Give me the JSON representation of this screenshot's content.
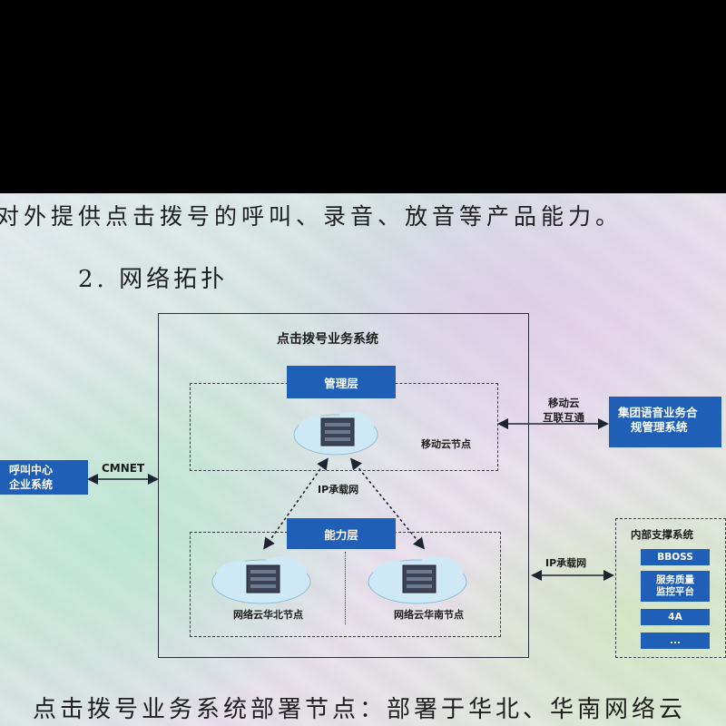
{
  "text": {
    "top_line": "对外提供点击拨号的呼叫、录音、放音等产品能力。",
    "heading": "2. 网络拓扑",
    "bottom_line": "点击拨号业务系统部署节点：部署于华北、华南网络云"
  },
  "diagram": {
    "main_title": "点击拨号业务系统",
    "management_layer": "管理层",
    "capability_layer": "能力层",
    "mobile_cloud_node": "移动云节点",
    "north_node": "网络云华北节点",
    "south_node": "网络云华南节点",
    "ip_bearer_center": "IP承载网",
    "ip_bearer_right": "IP承载网",
    "cmnet": "CMNET",
    "interconnect_line1": "移动云",
    "interconnect_line2": "互联互通",
    "callcenter_line1": "呼叫中心",
    "callcenter_line2": "企业系统",
    "group_line1": "集团语音业务合",
    "group_line2": "规管理系统",
    "support_title": "内部支撑系统",
    "support_items": [
      "BBOSS",
      "服务质量\n监控平台",
      "4A",
      "..."
    ]
  },
  "colors": {
    "accent_blue": "#1f5fb8",
    "cloud": "#cfe8f5"
  },
  "icons": [
    "cloud-server-icon"
  ]
}
